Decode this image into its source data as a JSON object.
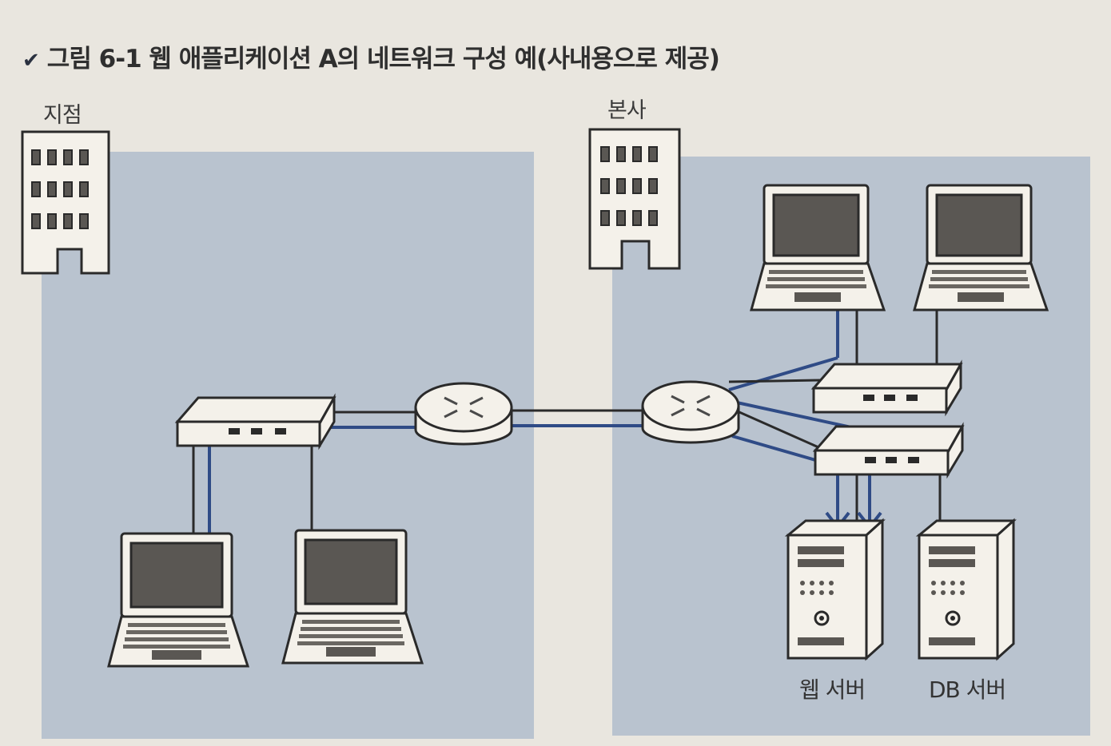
{
  "figure": {
    "title": "그림 6-1 웹 애플리케이션 A의 네트워크 구성 예(사내용으로 제공)",
    "bullet_icon": "chevron-down-icon"
  },
  "regions": {
    "branch_label": "지점",
    "headquarters_label": "본사"
  },
  "servers": {
    "web_server_label": "웹 서버",
    "db_server_label": "DB 서버"
  },
  "colors": {
    "background": "#e9e6df",
    "zone_fill": "#b9c3cf",
    "link_blue": "#2f4b86",
    "link_black": "#2a2a2a",
    "device_fill": "#f4f1ea",
    "screen_fill": "#5a5753"
  }
}
